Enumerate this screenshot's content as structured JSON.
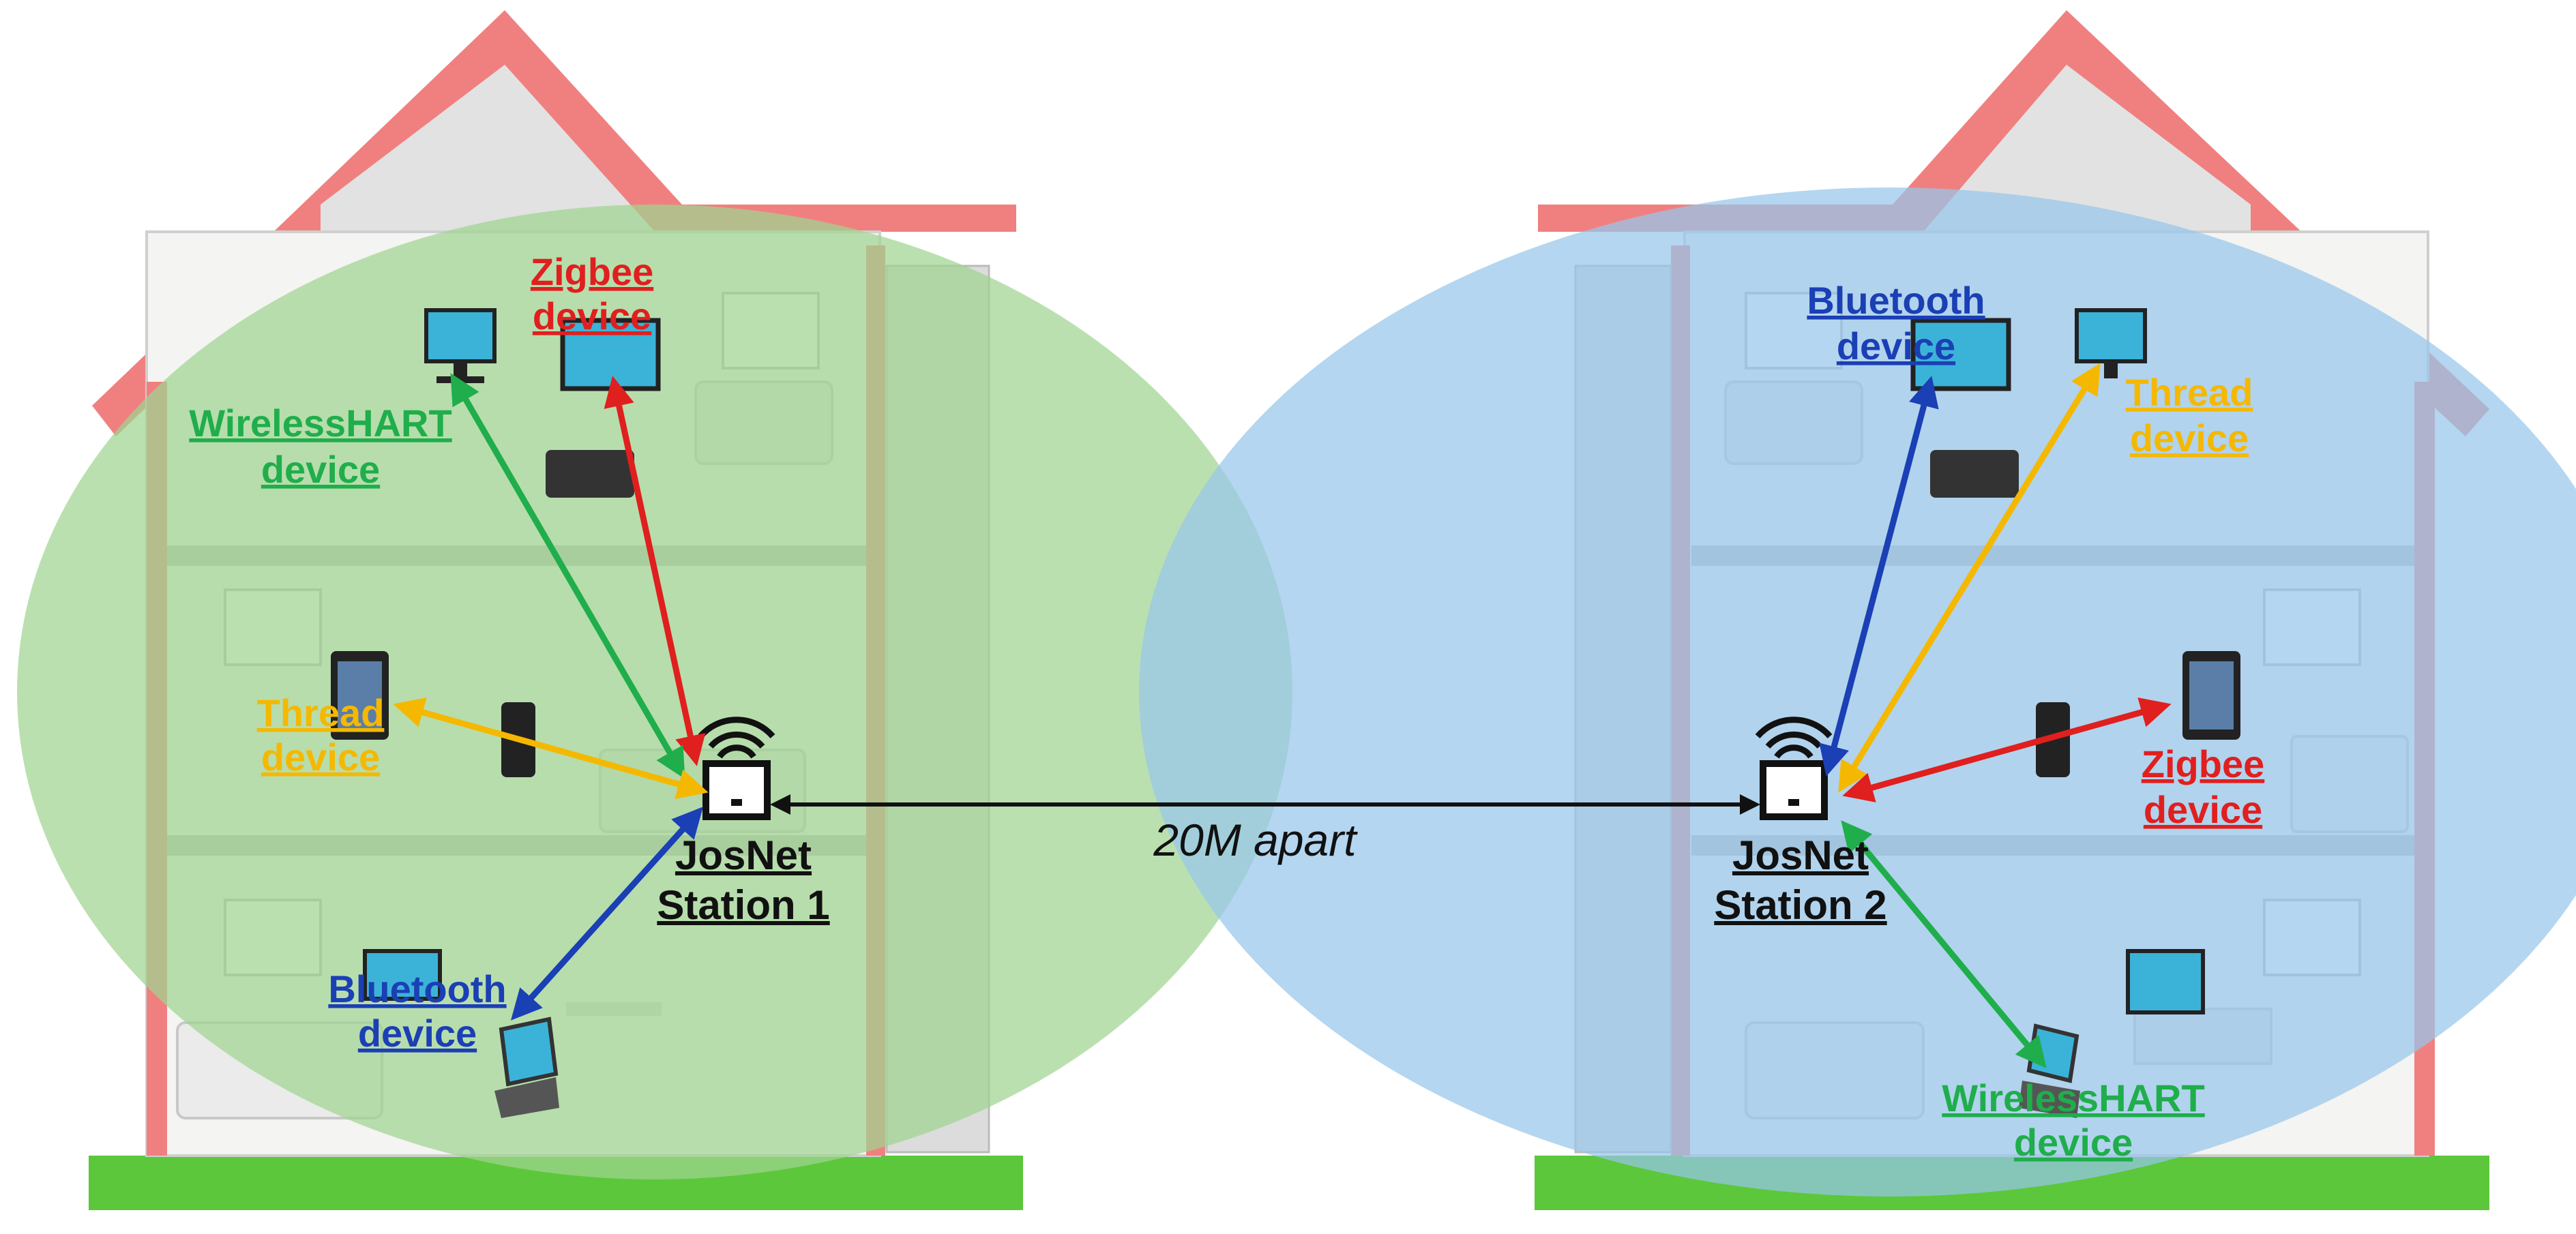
{
  "colors": {
    "zigbee": "#e01f1f",
    "wirelesshart": "#1fae4b",
    "thread": "#f5b800",
    "bluetooth": "#1b3fb5",
    "link": "#111111",
    "coverage_left": "#9fd490",
    "coverage_right": "#97c6ea",
    "roof": "#f08080",
    "wall": "#f4f4f2",
    "grass": "#5cc73b"
  },
  "stations": {
    "left": {
      "line1": "JosNet",
      "line2": "Station 1",
      "icon": "wifi-access-point-icon"
    },
    "right": {
      "line1": "JosNet",
      "line2": "Station 2",
      "icon": "wifi-access-point-icon"
    }
  },
  "link_label": "20M apart",
  "devices": {
    "left": {
      "zigbee": {
        "line1": "Zigbee",
        "line2": "device",
        "icon": "monitor-icon"
      },
      "wirelesshart": {
        "line1": "WirelessHART",
        "line2": "device",
        "icon": "monitor-icon"
      },
      "thread": {
        "line1": "Thread",
        "line2": "device",
        "icon": "tablet-icon"
      },
      "bluetooth": {
        "line1": "Bluetooth",
        "line2": "device",
        "icon": "laptop-icon"
      }
    },
    "right": {
      "bluetooth": {
        "line1": "Bluetooth",
        "line2": "device",
        "icon": "monitor-icon"
      },
      "thread": {
        "line1": "Thread",
        "line2": "device",
        "icon": "monitor-icon"
      },
      "zigbee": {
        "line1": "Zigbee",
        "line2": "device",
        "icon": "tablet-icon"
      },
      "wirelesshart": {
        "line1": "WirelessHART",
        "line2": "device",
        "icon": "laptop-icon"
      }
    }
  }
}
